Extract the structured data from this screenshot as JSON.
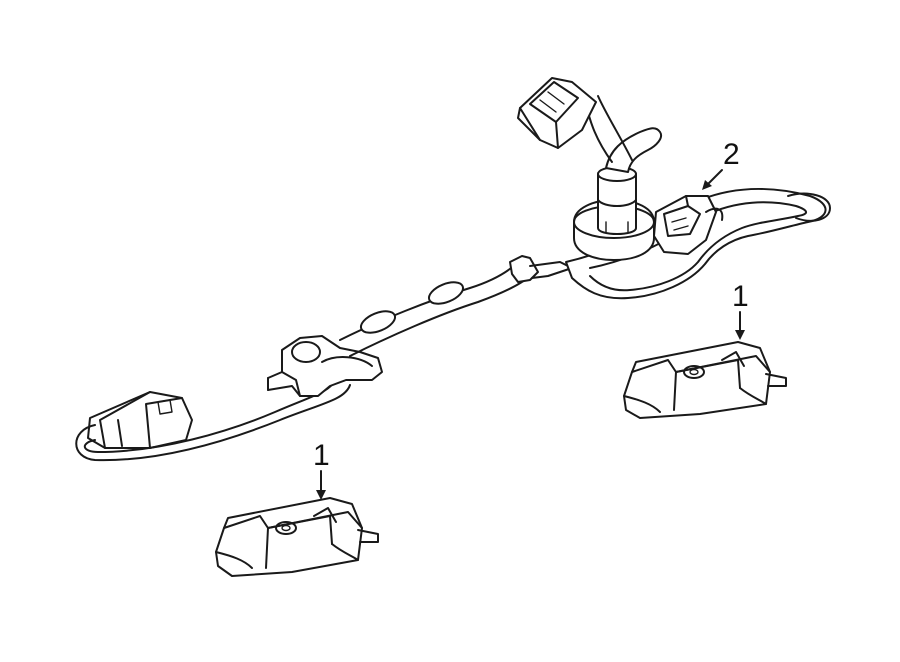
{
  "callouts": {
    "part_1_upper": "1",
    "part_1_lower": "1",
    "part_2": "2"
  },
  "colors": {
    "line": "#1a1a1a",
    "background": "#ffffff"
  }
}
